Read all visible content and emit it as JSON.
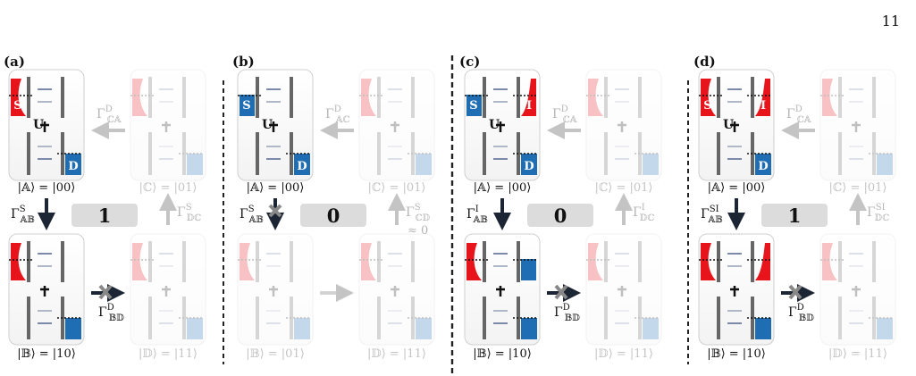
{
  "page_number": "11",
  "panels": [
    {
      "label": "(a)",
      "top_left_state": "|𝔸⟩ = |00⟩",
      "top_right_state": "|ℂ⟩ = |01⟩",
      "bottom_left_state": "|𝔹⟩ = |10⟩",
      "bottom_right_state": "|𝔻⟩ = |11⟩",
      "rate_down_left": "Γ",
      "rate_down_left_sup": "S",
      "rate_down_left_sub": "𝔸𝔹",
      "rate_up_right": "Γ",
      "rate_up_right_sup": "S",
      "rate_up_right_sub": "𝔻ℂ",
      "rate_top_horizontal": "Γ",
      "rate_top_horizontal_sup": "D",
      "rate_top_horizontal_sub": "ℂ𝔸",
      "rate_bottom_horizontal": "Γ",
      "rate_bottom_horizontal_sup": "D",
      "rate_bottom_horizontal_sub": "𝔹𝔻",
      "value": "1",
      "lead_left": "S",
      "lead_right": "D",
      "dot_label": "U"
    },
    {
      "label": "(b)",
      "top_left_state": "|𝔸⟩ = |00⟩",
      "top_right_state": "|ℂ⟩ = |01⟩",
      "bottom_left_state": "|𝔹⟩ = |01⟩",
      "bottom_right_state": "|𝔻⟩ = |11⟩",
      "rate_down_left": "Γ",
      "rate_down_left_sup": "S",
      "rate_down_left_sub": "𝔸𝔹",
      "rate_up_right": "Γ",
      "rate_up_right_sup": "S",
      "rate_up_right_sub": "ℂ𝔻",
      "rate_up_right_extra": "≈ 0",
      "rate_top_horizontal": "Γ",
      "rate_top_horizontal_sup": "D",
      "rate_top_horizontal_sub": "𝔸ℂ",
      "value": "0",
      "lead_left": "S",
      "lead_right": "D",
      "dot_label": "U"
    },
    {
      "label": "(c)",
      "top_left_state": "|𝔸⟩ = |00⟩",
      "top_right_state": "|ℂ⟩ = |01⟩",
      "bottom_left_state": "|𝔹⟩ = |10⟩",
      "bottom_right_state": "|𝔻⟩ = |11⟩",
      "rate_down_left": "Γ",
      "rate_down_left_sup": "I",
      "rate_down_left_sub": "𝔸𝔹",
      "rate_up_right": "Γ",
      "rate_up_right_sup": "I",
      "rate_up_right_sub": "𝔻ℂ",
      "rate_top_horizontal": "Γ",
      "rate_top_horizontal_sup": "D",
      "rate_top_horizontal_sub": "ℂ𝔸",
      "rate_bottom_horizontal": "Γ",
      "rate_bottom_horizontal_sup": "D",
      "rate_bottom_horizontal_sub": "𝔹𝔻",
      "value": "0",
      "lead_left": "S",
      "lead_right": "I",
      "lead_bottom": "D",
      "dot_label": "U"
    },
    {
      "label": "(d)",
      "top_left_state": "|𝔸⟩ = |00⟩",
      "top_right_state": "|ℂ⟩ = |01⟩",
      "bottom_left_state": "|𝔹⟩ = |10⟩",
      "bottom_right_state": "|𝔻⟩ = |11⟩",
      "rate_down_left": "Γ",
      "rate_down_left_sup": "SI",
      "rate_down_left_sub": "𝔸𝔹",
      "rate_up_right": "Γ",
      "rate_up_right_sup": "SI",
      "rate_up_right_sub": "𝔻ℂ",
      "rate_top_horizontal": "Γ",
      "rate_top_horizontal_sup": "D",
      "rate_top_horizontal_sub": "ℂ𝔸",
      "rate_bottom_horizontal": "Γ",
      "rate_bottom_horizontal_sup": "D",
      "rate_bottom_horizontal_sub": "𝔹𝔻",
      "value": "1",
      "lead_left": "S",
      "lead_right": "I",
      "lead_bottom": "D",
      "dot_label": "U"
    }
  ],
  "colors": {
    "red": "#e8141b",
    "blue": "#1f6db3",
    "box": "#dcdcdc",
    "dark": "#1c2533"
  }
}
